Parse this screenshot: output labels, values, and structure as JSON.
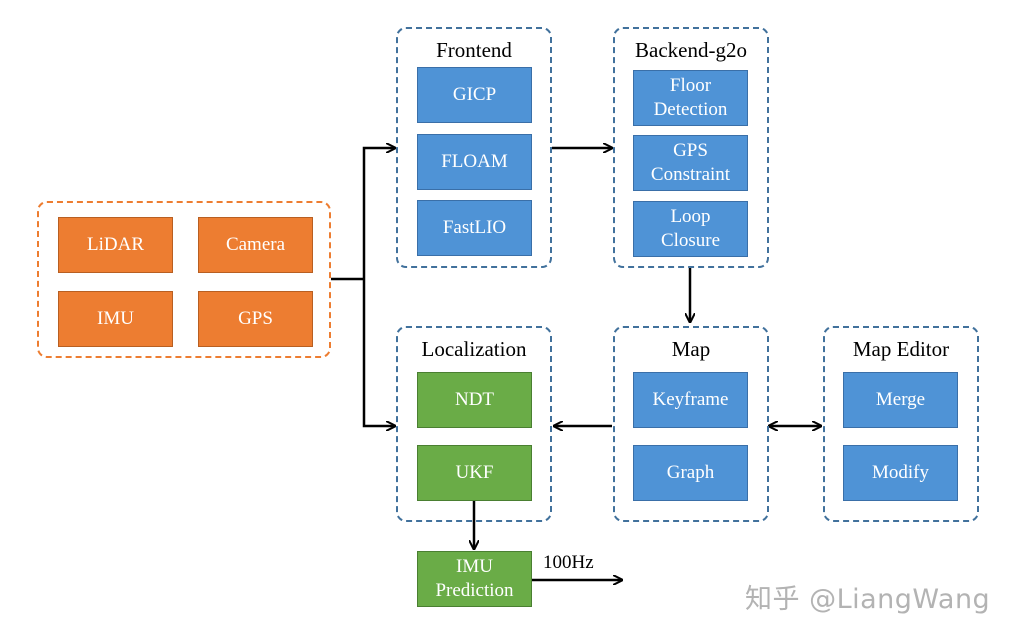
{
  "groups": {
    "sensors": {
      "title": ""
    },
    "frontend": {
      "title": "Frontend"
    },
    "backend": {
      "title": "Backend-g2o"
    },
    "localization": {
      "title": "Localization"
    },
    "map": {
      "title": "Map"
    },
    "map_editor": {
      "title": "Map Editor"
    }
  },
  "nodes": {
    "lidar": "LiDAR",
    "camera": "Camera",
    "imu": "IMU",
    "gps": "GPS",
    "gicp": "GICP",
    "floam": "FLOAM",
    "fastlio": "FastLIO",
    "floor_detection": "Floor\nDetection",
    "gps_constraint": "GPS\nConstraint",
    "loop_closure": "Loop\nClosure",
    "ndt": "NDT",
    "ukf": "UKF",
    "imu_prediction": "IMU\nPrediction",
    "keyframe": "Keyframe",
    "graph": "Graph",
    "merge": "Merge",
    "modify": "Modify"
  },
  "edge_labels": {
    "output_rate": "100Hz"
  },
  "watermark": "知乎 @LiangWang",
  "colors": {
    "group_border": "#41719c",
    "sensor_border": "#ed7d31",
    "blue_node": "#4f93d6",
    "orange_node": "#ed7d31",
    "green_node": "#6aac47"
  }
}
